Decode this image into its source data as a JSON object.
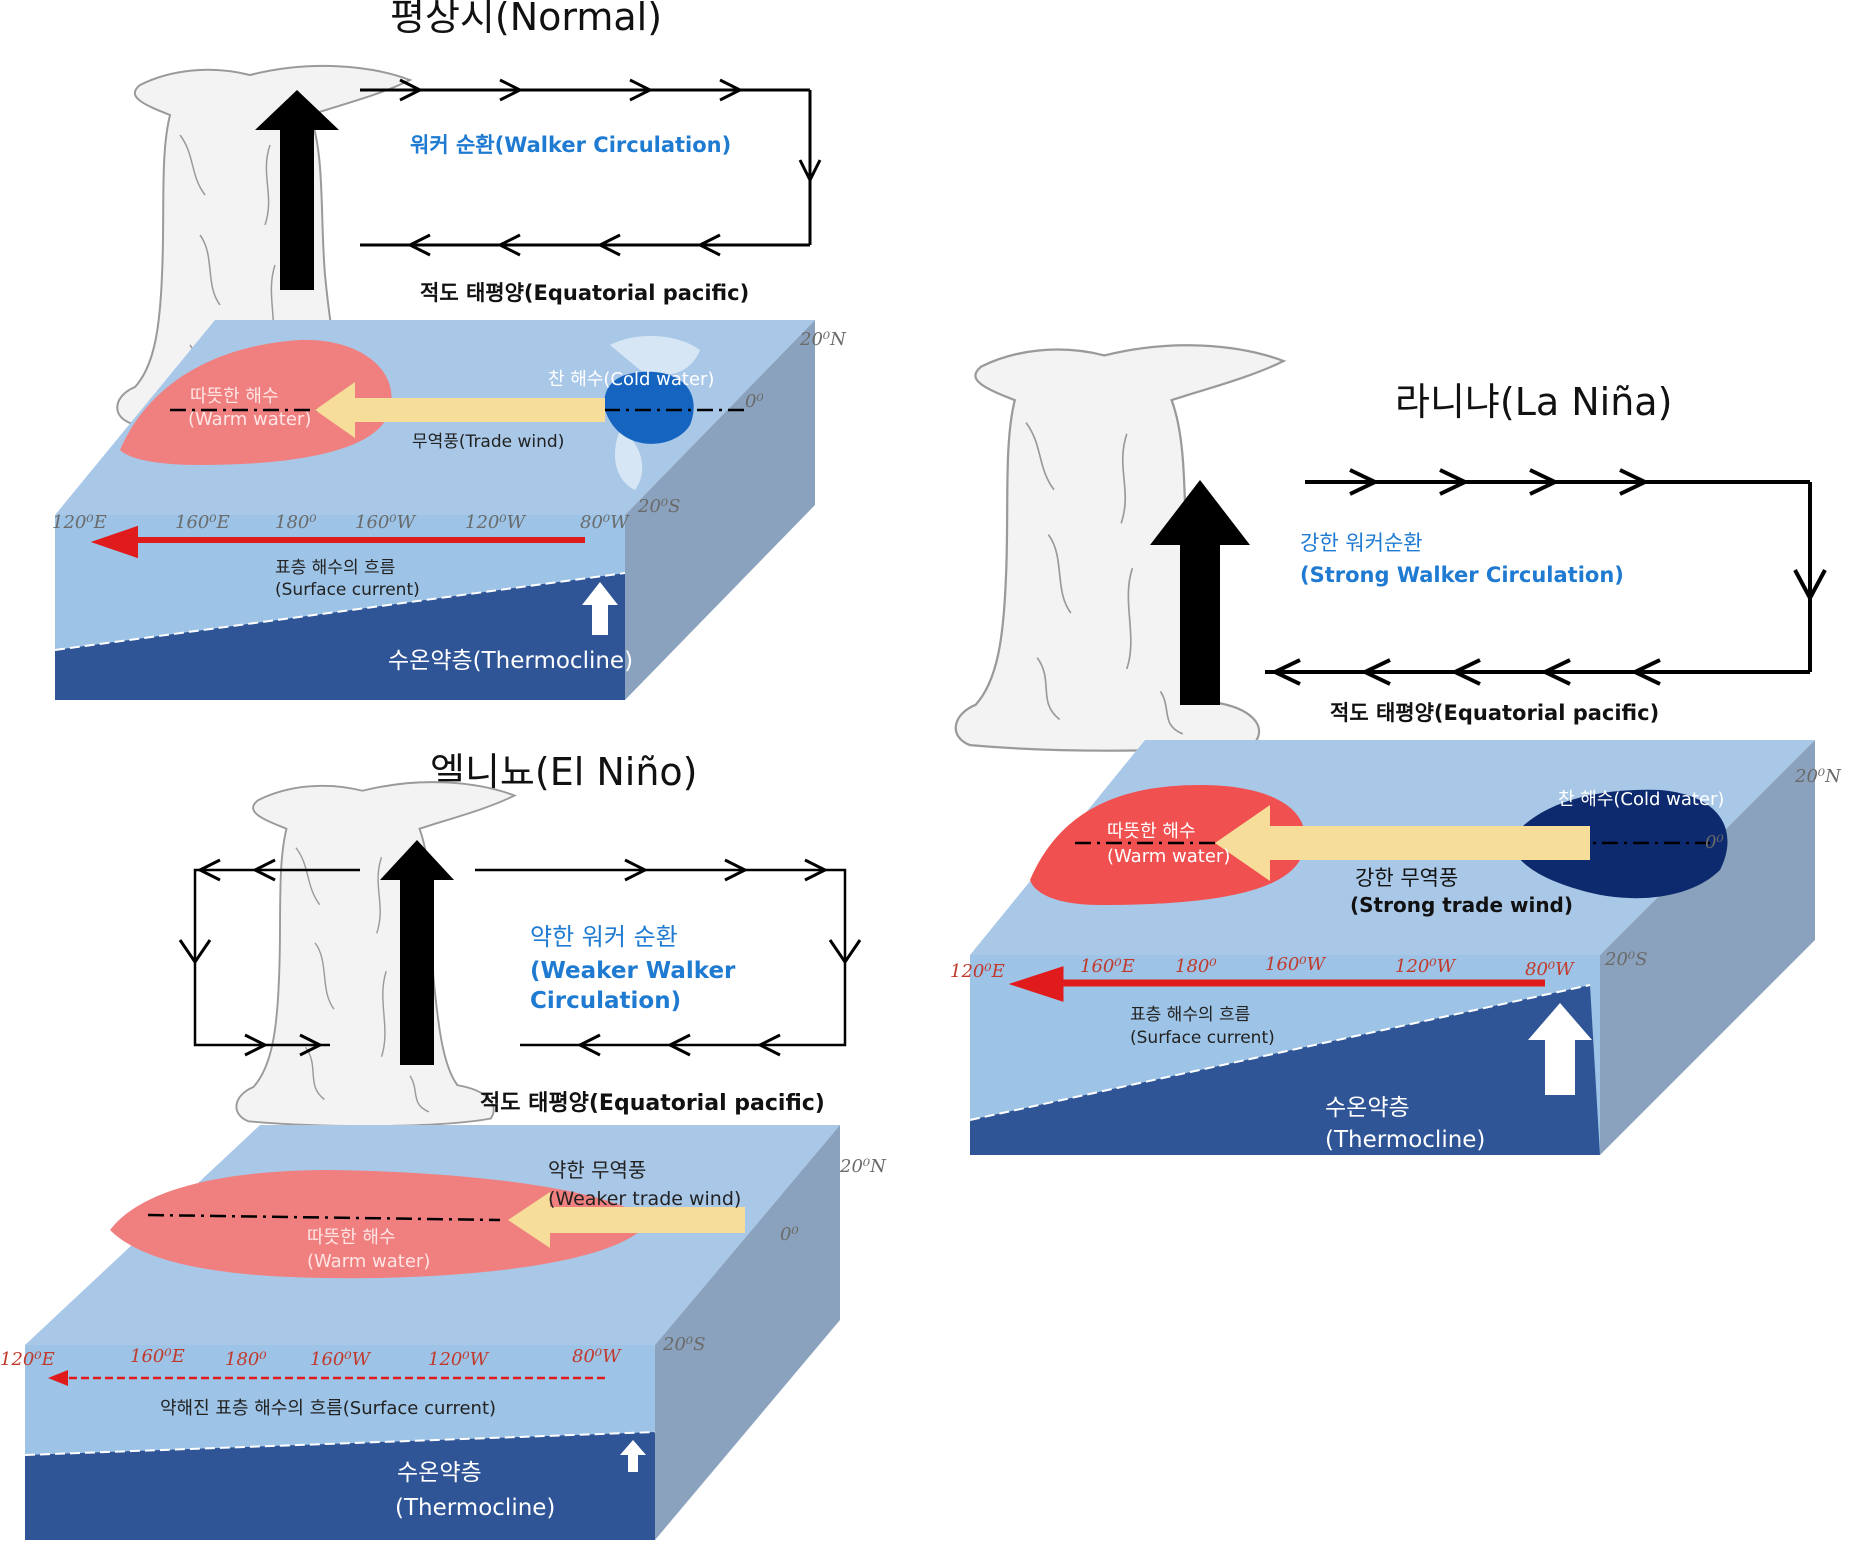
{
  "normal": {
    "title": "평상시(Normal)",
    "circulation": "워커 순환(Walker Circulation)",
    "equatorial": "적도 태평양(Equatorial pacific)",
    "warm_kr": "따뜻한 해수",
    "warm_en": "(Warm water)",
    "cold": "찬 해수(Cold water)",
    "trade_wind": "무역풍(Trade wind)",
    "surface_kr": "표층 해수의 흐름",
    "surface_en": "(Surface current)",
    "thermocline": "수온약층(Thermocline)",
    "lat_n": "20⁰N",
    "lat_0": "0⁰",
    "lat_s": "20⁰S",
    "lon": [
      "120⁰E",
      "160⁰E",
      "180⁰",
      "160⁰W",
      "120⁰W",
      "80⁰W"
    ]
  },
  "elnino": {
    "title": "엘니뇨(El Niño)",
    "circulation_kr": "약한 워커 순환",
    "circulation_en1": "(Weaker Walker",
    "circulation_en2": "Circulation)",
    "equatorial": "적도 태평양(Equatorial pacific)",
    "trade_kr": "약한 무역풍",
    "trade_en": "(Weaker trade wind)",
    "warm_kr": "따뜻한 해수",
    "warm_en": "(Warm water)",
    "surface": "약해진 표층 해수의 흐름(Surface current)",
    "thermocline_kr": "수온약층",
    "thermocline_en": "(Thermocline)",
    "lat_n": "20⁰N",
    "lat_0": "0⁰",
    "lat_s": "20⁰S",
    "lon": [
      "120⁰E",
      "160⁰E",
      "180⁰",
      "160⁰W",
      "120⁰W",
      "80⁰W"
    ]
  },
  "lanina": {
    "title": "라니냐(La Niña)",
    "circulation_kr": "강한 워커순환",
    "circulation_en": "(Strong Walker Circulation)",
    "equatorial": "적도 태평양(Equatorial pacific)",
    "warm_kr": "따뜻한 해수",
    "warm_en": "(Warm water)",
    "cold": "찬 해수(Cold water)",
    "trade_kr": "강한 무역풍",
    "trade_en": "(Strong trade wind)",
    "surface_kr": "표층 해수의 흐름",
    "surface_en": "(Surface current)",
    "thermocline_kr": "수온약층",
    "thermocline_en": "(Thermocline)",
    "lat_n": "20⁰N",
    "lat_0": "0⁰",
    "lat_s": "20⁰S",
    "lon": [
      "120⁰E",
      "160⁰E",
      "180⁰",
      "160⁰W",
      "120⁰W",
      "80⁰W"
    ]
  },
  "colors": {
    "ocean_top": "#a9c8e8",
    "ocean_front": "#9dc3e6",
    "ocean_side": "#8aa2bd",
    "thermocline": "#2f5597",
    "warm": "#f08080",
    "cold": "#1565c0",
    "trade_wind": "#f6dd9a",
    "current": "#e01b1b",
    "walker_blue": "#1f7bd1"
  }
}
